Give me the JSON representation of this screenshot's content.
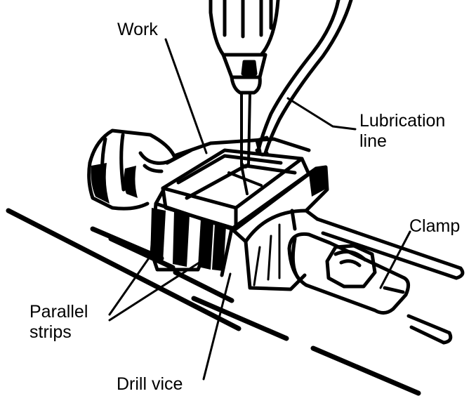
{
  "labels": {
    "work": "Work",
    "lubrication_line": [
      "Lubrication",
      "line"
    ],
    "clamp": "Clamp",
    "parallel_strips": [
      "Parallel",
      "strips"
    ],
    "drill_vice": "Drill vice"
  },
  "colors": {
    "ink": "#000000",
    "paper": "#ffffff"
  }
}
